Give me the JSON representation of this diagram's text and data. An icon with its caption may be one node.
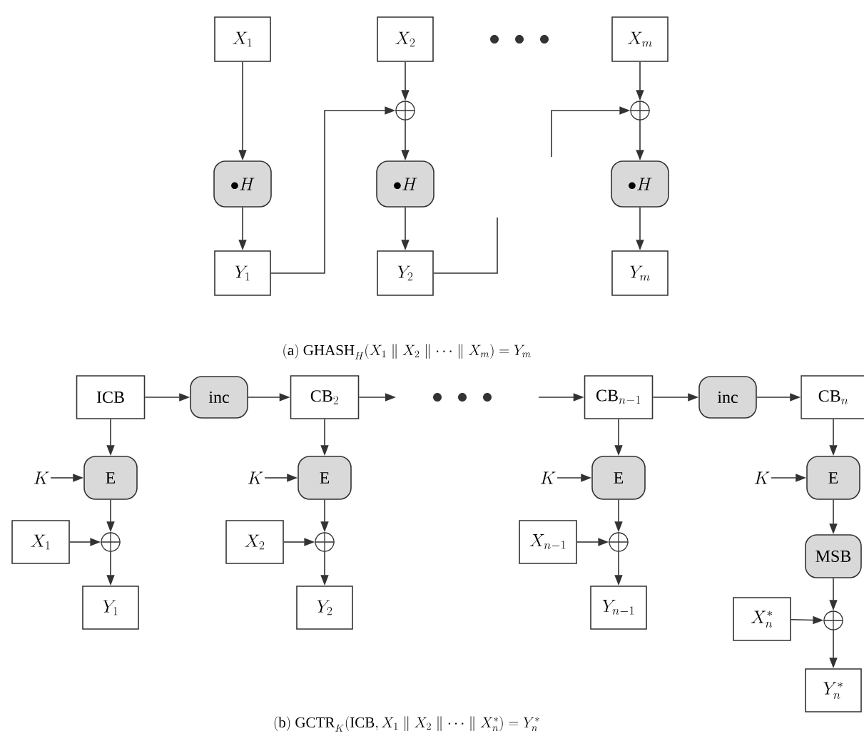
{
  "diagram": {
    "nodes": [
      {
        "text": [
          "X_1"
        ]
      },
      {
        "text": [
          "X_2"
        ]
      },
      {
        "text": [
          "X_m"
        ]
      },
      {
        "text": [],
        "shape": "circle"
      },
      {
        "text": [],
        "shape": "circle"
      },
      {
        "text": [
          "\\bullet H"
        ]
      },
      {
        "text": [
          "\\bullet H"
        ]
      },
      {
        "text": [
          "\\bullet H"
        ]
      },
      {
        "text": [
          "Y_1"
        ]
      },
      {
        "text": [
          "Y_2"
        ]
      },
      {
        "text": [
          "Y_m"
        ]
      },
      {
        "text": [
          "\\mathrm{ICB}"
        ]
      },
      {
        "text": [
          "\\mathrm{inc}"
        ]
      },
      {
        "text": [
          "\\mathrm{CB}_2"
        ]
      },
      {
        "text": [
          "\\mathrm{CB}_{n-1}"
        ]
      },
      {
        "text": [
          "\\mathrm{inc}"
        ]
      },
      {
        "text": [
          "\\mathrm{CB}_n"
        ]
      },
      {
        "text": [
          "K"
        ]
      },
      {
        "text": [
          "\\mathrm{E}"
        ]
      },
      {
        "text": [
          "K"
        ]
      },
      {
        "text": [
          "\\mathrm{E}"
        ]
      },
      {
        "text": [
          "K"
        ]
      },
      {
        "text": [
          "\\mathrm{E}"
        ]
      },
      {
        "text": [
          "K"
        ]
      },
      {
        "text": [
          "\\mathrm{E}"
        ]
      },
      {
        "text": [
          "X_1"
        ]
      },
      {
        "text": [],
        "shape": "circle"
      },
      {
        "text": [
          "X_2"
        ]
      },
      {
        "text": [],
        "shape": "circle"
      },
      {
        "text": [
          "X_{n-1}"
        ]
      },
      {
        "text": [],
        "shape": "circle"
      },
      {
        "text": [
          "\\mathrm{MSB}"
        ]
      },
      {
        "text": [
          "Y_1"
        ]
      },
      {
        "text": [
          "Y_2"
        ]
      },
      {
        "text": [
          "Y_{n-1}"
        ]
      },
      {
        "text": [
          "X_n^*"
        ]
      },
      {
        "text": [],
        "shape": "circle"
      },
      {
        "text": [
          "Y_n^*"
        ]
      }
    ],
    "edges": [
      {
        "from": 0,
        "to": 5,
        "arrow": "to"
      },
      {
        "from": 5,
        "to": 8,
        "arrow": "to"
      },
      {
        "from": 8,
        "to": 3,
        "arrow": "to"
      },
      {
        "from": 1,
        "to": 3,
        "arrow": "to"
      },
      {
        "from": 3,
        "to": 6,
        "arrow": "to"
      },
      {
        "from": 6,
        "to": 9,
        "arrow": "to"
      },
      {
        "from": 9,
        "to": null,
        "arrow": "none"
      },
      {
        "from": null,
        "to": 4,
        "arrow": "to"
      },
      {
        "from": 2,
        "to": 4,
        "arrow": "to"
      },
      {
        "from": 4,
        "to": 7,
        "arrow": "to"
      },
      {
        "from": 7,
        "to": 10,
        "arrow": "to"
      },
      {
        "from": 11,
        "to": 12,
        "arrow": "to"
      },
      {
        "from": 12,
        "to": 13,
        "arrow": "to"
      },
      {
        "from": 13,
        "to": null,
        "arrow": "to"
      },
      {
        "from": null,
        "to": 14,
        "arrow": "to"
      },
      {
        "from": 14,
        "to": 15,
        "arrow": "to"
      },
      {
        "from": 15,
        "to": 16,
        "arrow": "to"
      },
      {
        "from": 11,
        "to": 18,
        "arrow": "to"
      },
      {
        "from": 13,
        "to": 20,
        "arrow": "to"
      },
      {
        "from": 14,
        "to": 22,
        "arrow": "to"
      },
      {
        "from": 16,
        "to": 24,
        "arrow": "to"
      },
      {
        "from": 17,
        "to": 18,
        "arrow": "to"
      },
      {
        "from": 19,
        "to": 20,
        "arrow": "to"
      },
      {
        "from": 21,
        "to": 22,
        "arrow": "to"
      },
      {
        "from": 23,
        "to": 24,
        "arrow": "to"
      },
      {
        "from": 18,
        "to": 26,
        "arrow": "to"
      },
      {
        "from": 25,
        "to": 26,
        "arrow": "to"
      },
      {
        "from": 26,
        "to": 32,
        "arrow": "to"
      },
      {
        "from": 20,
        "to": 28,
        "arrow": "to"
      },
      {
        "from": 27,
        "to": 28,
        "arrow": "to"
      },
      {
        "from": 28,
        "to": 33,
        "arrow": "to"
      },
      {
        "from": 22,
        "to": 30,
        "arrow": "to"
      },
      {
        "from": 29,
        "to": 30,
        "arrow": "to"
      },
      {
        "from": 30,
        "to": 34,
        "arrow": "to"
      },
      {
        "from": 24,
        "to": 31,
        "arrow": "to"
      },
      {
        "from": 31,
        "to": 36,
        "arrow": "to"
      },
      {
        "from": 35,
        "to": 36,
        "arrow": "to"
      },
      {
        "from": 36,
        "to": 37,
        "arrow": "to"
      }
    ],
    "labels": [
      "\\mathrm{(a)\\ GHASH}_H(X_1 \\parallel X_2 \\parallel \\cdots \\parallel X_m) = Y_m",
      "\\mathrm{(b)\\ GCTR}_K(\\mathrm{ICB}, X_1 \\parallel X_2 \\parallel \\cdots \\parallel X_n^*) = Y_n^*"
    ]
  }
}
